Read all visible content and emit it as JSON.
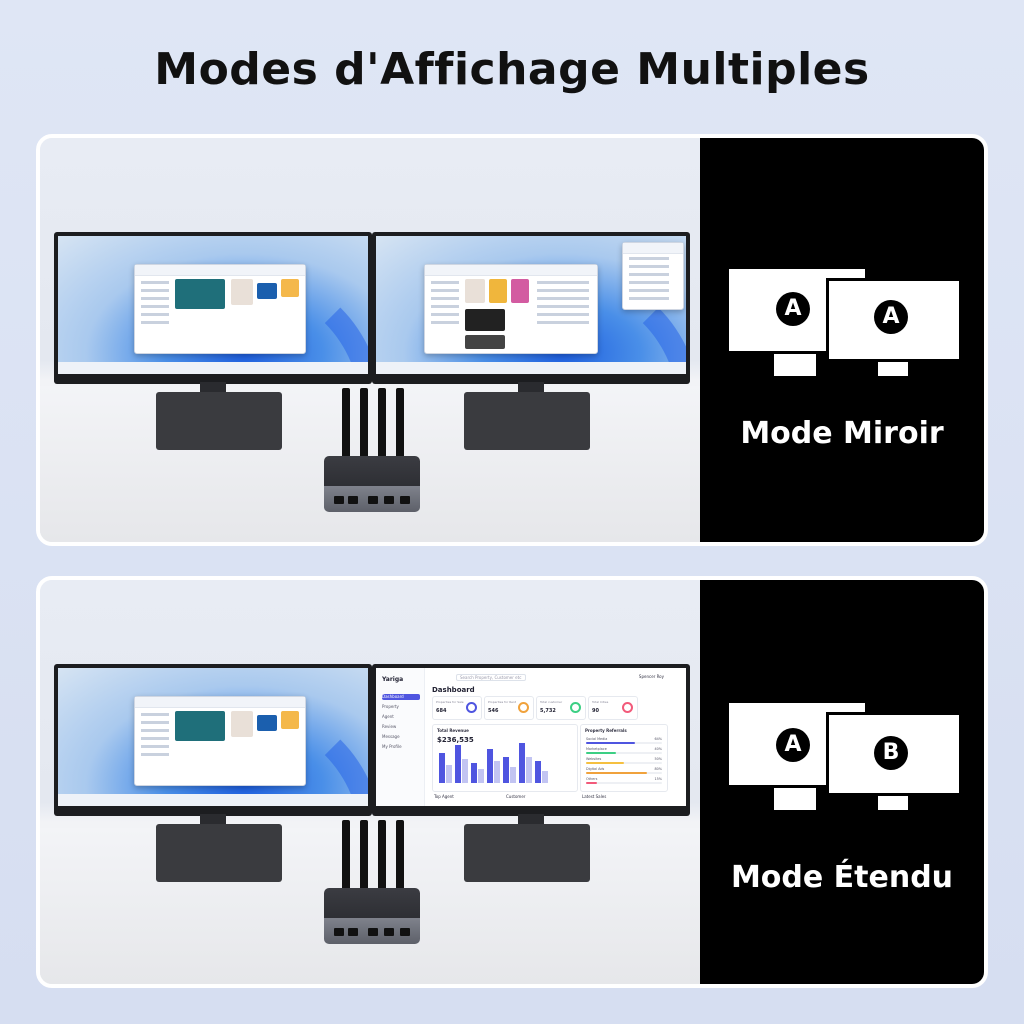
{
  "title": "Modes d'Affichage Multiples",
  "modes": [
    {
      "label": "Mode Miroir",
      "left_badge": "A",
      "right_badge": "A"
    },
    {
      "label": "Mode Étendu",
      "left_badge": "A",
      "right_badge": "B"
    }
  ],
  "dashboard": {
    "brand": "Yariga",
    "header": "Dashboard",
    "search_placeholder": "Search Property, Customer etc",
    "user_name": "Spencer Roy",
    "nav": [
      "Dashboard",
      "Property",
      "Agent",
      "Review",
      "Message",
      "My Profile"
    ],
    "kpis": [
      {
        "label": "Properties for Sale",
        "value": "684",
        "color": "#4f55e0"
      },
      {
        "label": "Properties for Rent",
        "value": "546",
        "color": "#f0a23c"
      },
      {
        "label": "Total customer",
        "value": "5,732",
        "color": "#3ccf84"
      },
      {
        "label": "Total Cities",
        "value": "90",
        "color": "#f25a7a"
      }
    ],
    "revenue": {
      "title": "Total Revenue",
      "value": "$236,535"
    },
    "referrals": {
      "title": "Property Referrals",
      "items": [
        {
          "name": "Social Media",
          "pct": "64%",
          "fraction": 0.64,
          "color": "#4f55e0"
        },
        {
          "name": "Marketplace",
          "pct": "40%",
          "fraction": 0.4,
          "color": "#3ccf84"
        },
        {
          "name": "Websites",
          "pct": "50%",
          "fraction": 0.5,
          "color": "#f5c040"
        },
        {
          "name": "Digital Ads",
          "pct": "80%",
          "fraction": 0.8,
          "color": "#f0a23c"
        },
        {
          "name": "Others",
          "pct": "15%",
          "fraction": 0.15,
          "color": "#f25a7a"
        }
      ]
    },
    "bottom_labels": [
      "Top Agent",
      "Customer",
      "Latest Sales"
    ]
  }
}
